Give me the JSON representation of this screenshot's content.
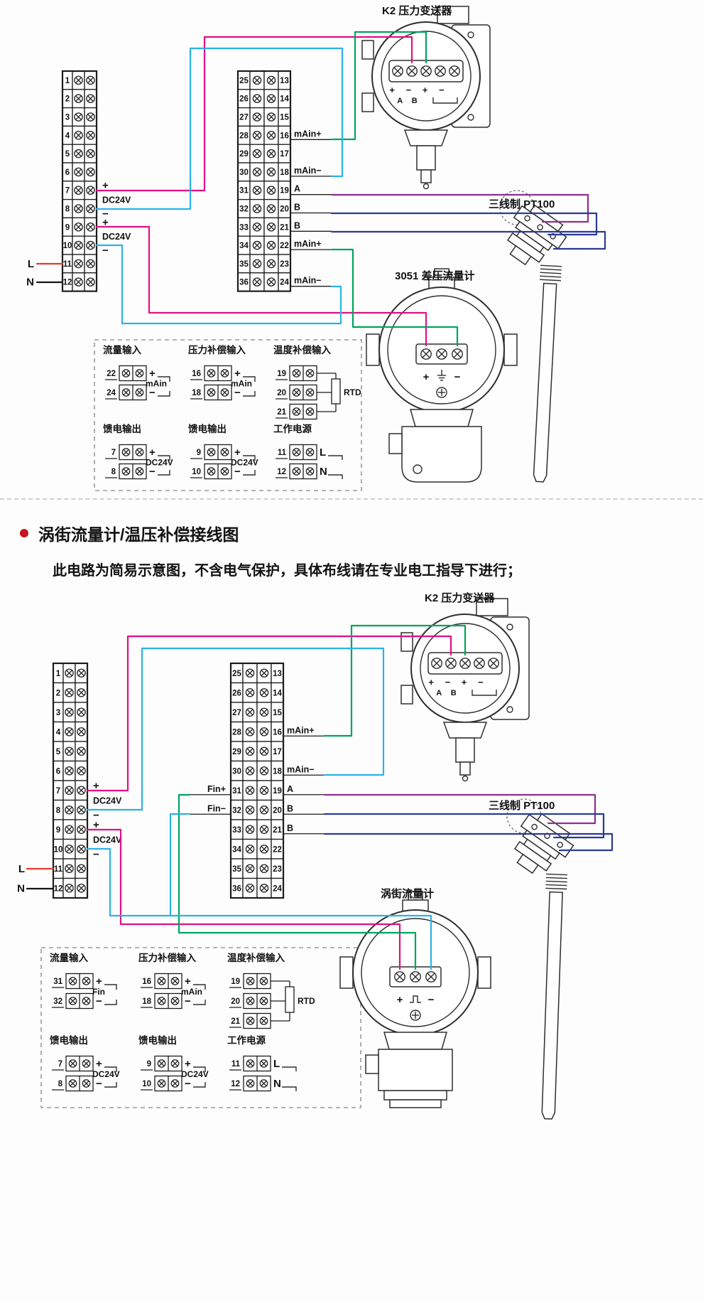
{
  "colors": {
    "magenta": "#e20f83",
    "cyan": "#2ab2e8",
    "green": "#00a35f",
    "navy": "#2b3a93",
    "purple": "#8e2f91",
    "red": "#e63a30",
    "black": "#141414",
    "accent": "#c5161d",
    "line": "#222222"
  },
  "section2": {
    "title": "涡街流量计/温压补偿接线图",
    "note": "此电路为简易示意图，不含电气保护，具体布线请在专业电工指导下进行；"
  },
  "terminal_numbers": {
    "left": [
      "1",
      "2",
      "3",
      "4",
      "5",
      "6",
      "7",
      "8",
      "9",
      "10",
      "11",
      "12"
    ],
    "mid_left": [
      "25",
      "26",
      "27",
      "28",
      "29",
      "30",
      "31",
      "32",
      "33",
      "34",
      "35",
      "36"
    ],
    "mid_right": [
      "13",
      "14",
      "15",
      "16",
      "17",
      "18",
      "19",
      "20",
      "21",
      "22",
      "23",
      "24"
    ]
  },
  "d1": {
    "transmitter_label": "K2 压力变送器",
    "pt100_label": "三线制 PT100",
    "meter_label": "3051 差压流量计",
    "transmitter_terms_row1": "+ − + −",
    "transmitter_terms_row2": "A B",
    "meter_term_plus": "+",
    "meter_term_minus": "−",
    "meter_symbol": "earth-ground-icon",
    "left_labels": {
      "7": "+",
      "8": "−",
      "9": "+",
      "10": "−",
      "11": "L",
      "12": "N"
    },
    "left_between": [
      {
        "after": 7,
        "text": "DC24V"
      },
      {
        "after": 9,
        "text": "DC24V"
      }
    ],
    "mid_right_labels": {
      "16": "mAin+",
      "18": "mAin−",
      "19": "A",
      "20": "B",
      "21": "B",
      "22": "mAin+",
      "24": "mAin−"
    },
    "mid_left_labels": {},
    "legend": {
      "groups": [
        {
          "title": "流量输入",
          "type": "loop",
          "mid": "mAin",
          "rows": [
            {
              "n": "22",
              "sign": "+"
            },
            {
              "n": "24",
              "sign": "−"
            }
          ]
        },
        {
          "title": "压力补偿输入",
          "type": "loop",
          "mid": "mAin",
          "rows": [
            {
              "n": "16",
              "sign": "+"
            },
            {
              "n": "18",
              "sign": "−"
            }
          ]
        },
        {
          "title": "温度补偿输入",
          "type": "rtd",
          "mid": "RTD",
          "rows": [
            {
              "n": "19"
            },
            {
              "n": "20"
            },
            {
              "n": "21"
            }
          ]
        },
        {
          "title": "馈电输出",
          "type": "loop",
          "mid": "DC24V",
          "rows": [
            {
              "n": "7",
              "sign": "+"
            },
            {
              "n": "8",
              "sign": "−"
            }
          ]
        },
        {
          "title": "馈电输出",
          "type": "loop",
          "mid": "DC24V",
          "rows": [
            {
              "n": "9",
              "sign": "+"
            },
            {
              "n": "10",
              "sign": "−"
            }
          ]
        },
        {
          "title": "工作电源",
          "type": "power",
          "mid": "",
          "rows": [
            {
              "n": "11",
              "sign": "L"
            },
            {
              "n": "12",
              "sign": "N"
            }
          ]
        }
      ]
    }
  },
  "d2": {
    "transmitter_label": "K2 压力变送器",
    "pt100_label": "三线制 PT100",
    "meter_label": "涡街流量计",
    "transmitter_terms_row1": "+ − + −",
    "transmitter_terms_row2": "A B",
    "meter_term_plus": "+",
    "meter_term_minus": "−",
    "meter_symbol": "pulse-icon",
    "left_labels": {
      "7": "+",
      "8": "−",
      "9": "+",
      "10": "−",
      "11": "L",
      "12": "N"
    },
    "left_between": [
      {
        "after": 7,
        "text": "DC24V"
      },
      {
        "after": 9,
        "text": "DC24V"
      }
    ],
    "mid_right_labels": {
      "16": "mAin+",
      "18": "mAin−",
      "19": "A",
      "20": "B",
      "21": "B"
    },
    "mid_left_labels": {
      "31": "Fin+",
      "32": "Fin−"
    },
    "legend": {
      "groups": [
        {
          "title": "流量输入",
          "type": "loop",
          "mid": "Fin",
          "rows": [
            {
              "n": "31",
              "sign": "+"
            },
            {
              "n": "32",
              "sign": "−"
            }
          ]
        },
        {
          "title": "压力补偿输入",
          "type": "loop",
          "mid": "mAin",
          "rows": [
            {
              "n": "16",
              "sign": "+"
            },
            {
              "n": "18",
              "sign": "−"
            }
          ]
        },
        {
          "title": "温度补偿输入",
          "type": "rtd",
          "mid": "RTD",
          "rows": [
            {
              "n": "19"
            },
            {
              "n": "20"
            },
            {
              "n": "21"
            }
          ]
        },
        {
          "title": "馈电输出",
          "type": "loop",
          "mid": "DC24V",
          "rows": [
            {
              "n": "7",
              "sign": "+"
            },
            {
              "n": "8",
              "sign": "−"
            }
          ]
        },
        {
          "title": "馈电输出",
          "type": "loop",
          "mid": "DC24V",
          "rows": [
            {
              "n": "9",
              "sign": "+"
            },
            {
              "n": "10",
              "sign": "−"
            }
          ]
        },
        {
          "title": "工作电源",
          "type": "power",
          "mid": "",
          "rows": [
            {
              "n": "11",
              "sign": "L"
            },
            {
              "n": "12",
              "sign": "N"
            }
          ]
        }
      ]
    }
  }
}
